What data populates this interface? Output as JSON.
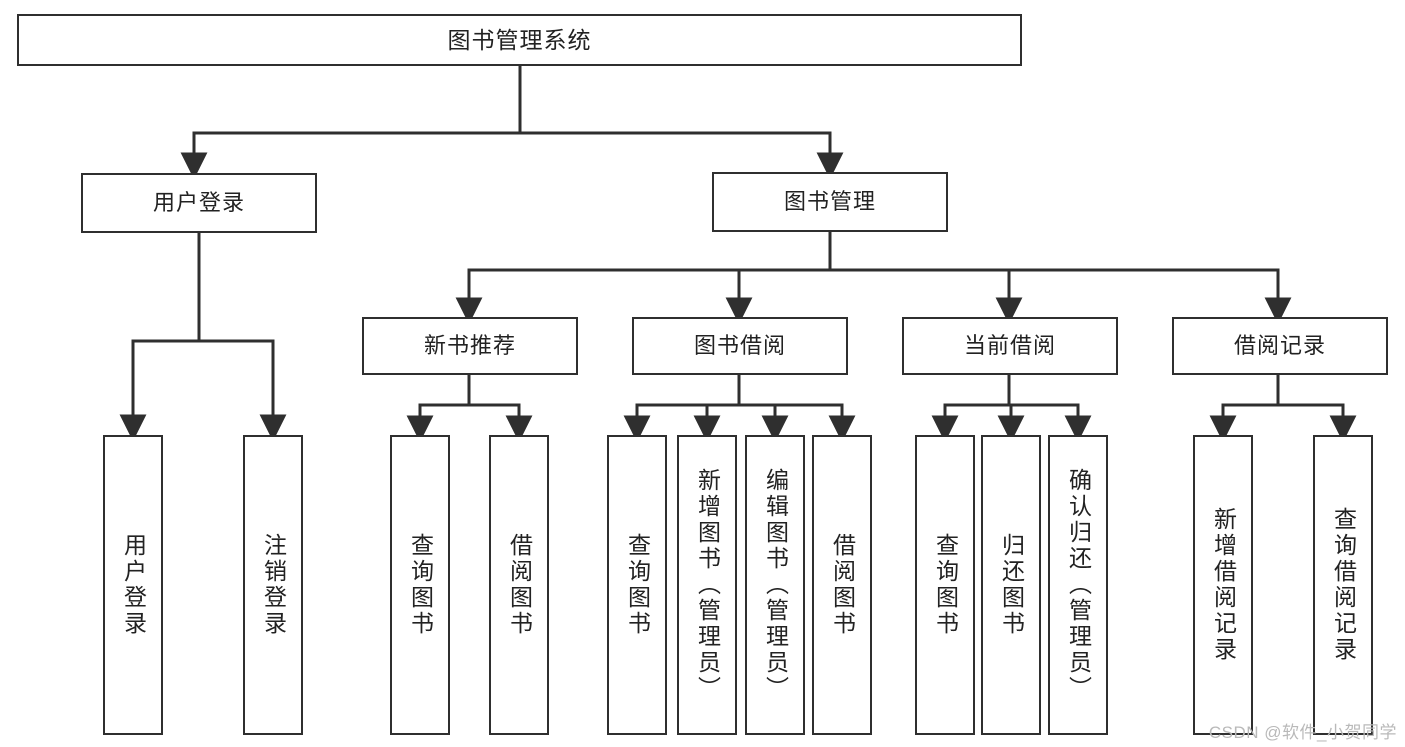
{
  "diagram": {
    "title": "图书管理系统",
    "type": "tree-hierarchy",
    "orientation": "top-down",
    "stroke_color": "#2f2f2f",
    "node_fill": "#ffffff",
    "background": "#ffffff"
  },
  "nodes": {
    "root": {
      "label": "图书管理系统",
      "level": 1
    },
    "l2": [
      {
        "id": "user-login",
        "label": "用户登录",
        "level": 2
      },
      {
        "id": "book-manage",
        "label": "图书管理",
        "level": 2
      }
    ],
    "l3": [
      {
        "id": "new-book-rec",
        "label": "新书推荐",
        "level": 3,
        "parent": "book-manage"
      },
      {
        "id": "book-borrow",
        "label": "图书借阅",
        "level": 3,
        "parent": "book-manage"
      },
      {
        "id": "current-borrow",
        "label": "当前借阅",
        "level": 3,
        "parent": "book-manage"
      },
      {
        "id": "borrow-record",
        "label": "借阅记录",
        "level": 3,
        "parent": "book-manage"
      }
    ],
    "leaves": [
      {
        "id": "leaf-user-login",
        "label": "用户登录",
        "parent": "user-login"
      },
      {
        "id": "leaf-logout",
        "label": "注销登录",
        "parent": "user-login"
      },
      {
        "id": "leaf-query-book-1",
        "label": "查询图书",
        "parent": "new-book-rec"
      },
      {
        "id": "leaf-borrow-book-1",
        "label": "借阅图书",
        "parent": "new-book-rec"
      },
      {
        "id": "leaf-query-book-2",
        "label": "查询图书",
        "parent": "book-borrow"
      },
      {
        "id": "leaf-add-book",
        "label": "新增图书（管理员）",
        "parent": "book-borrow"
      },
      {
        "id": "leaf-edit-book",
        "label": "编辑图书（管理员）",
        "parent": "book-borrow"
      },
      {
        "id": "leaf-borrow-book-2",
        "label": "借阅图书",
        "parent": "book-borrow"
      },
      {
        "id": "leaf-query-book-3",
        "label": "查询图书",
        "parent": "current-borrow"
      },
      {
        "id": "leaf-return-book",
        "label": "归还图书",
        "parent": "current-borrow"
      },
      {
        "id": "leaf-confirm-return",
        "label": "确认归还（管理员）",
        "parent": "current-borrow"
      },
      {
        "id": "leaf-add-record",
        "label": "新增借阅记录",
        "parent": "borrow-record"
      },
      {
        "id": "leaf-query-record",
        "label": "查询借阅记录",
        "parent": "borrow-record"
      }
    ]
  },
  "watermark": {
    "text": "CSDN @软件_小贺同学"
  }
}
